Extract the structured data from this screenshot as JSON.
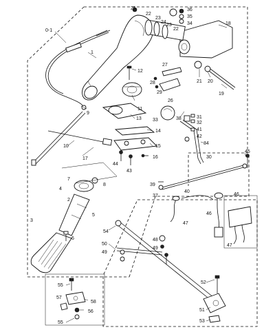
{
  "diagram": {
    "assembly_label": "0-1",
    "callouts": [
      {
        "id": "c1",
        "text": "1"
      },
      {
        "id": "c2",
        "text": "2"
      },
      {
        "id": "c3",
        "text": "3"
      },
      {
        "id": "c4",
        "text": "4"
      },
      {
        "id": "c5",
        "text": "5"
      },
      {
        "id": "c6",
        "text": "6"
      },
      {
        "id": "c7",
        "text": "7"
      },
      {
        "id": "c8",
        "text": "8"
      },
      {
        "id": "c9",
        "text": "9"
      },
      {
        "id": "c10",
        "text": "10"
      },
      {
        "id": "c11",
        "text": "11"
      },
      {
        "id": "c12",
        "text": "12"
      },
      {
        "id": "c13",
        "text": "13"
      },
      {
        "id": "c14",
        "text": "14"
      },
      {
        "id": "c15",
        "text": "15"
      },
      {
        "id": "c16",
        "text": "16"
      },
      {
        "id": "c17",
        "text": "17"
      },
      {
        "id": "c18",
        "text": "18"
      },
      {
        "id": "c19",
        "text": "19"
      },
      {
        "id": "c20",
        "text": "20"
      },
      {
        "id": "c21",
        "text": "21"
      },
      {
        "id": "c22a",
        "text": "22"
      },
      {
        "id": "c22b",
        "text": "22"
      },
      {
        "id": "c23a",
        "text": "23"
      },
      {
        "id": "c23b",
        "text": "23"
      },
      {
        "id": "c24",
        "text": "24"
      },
      {
        "id": "c25",
        "text": "25"
      },
      {
        "id": "c26",
        "text": "26"
      },
      {
        "id": "c27",
        "text": "27"
      },
      {
        "id": "c28",
        "text": "28"
      },
      {
        "id": "c29",
        "text": "29"
      },
      {
        "id": "c30",
        "text": "30"
      },
      {
        "id": "c31",
        "text": "31"
      },
      {
        "id": "c32",
        "text": "32"
      },
      {
        "id": "c33",
        "text": "33"
      },
      {
        "id": "c34a",
        "text": "34"
      },
      {
        "id": "c34b",
        "text": "34"
      },
      {
        "id": "c35",
        "text": "35"
      },
      {
        "id": "c36",
        "text": "36"
      },
      {
        "id": "c37",
        "text": "37"
      },
      {
        "id": "c38",
        "text": "38"
      },
      {
        "id": "c39",
        "text": "39"
      },
      {
        "id": "c40",
        "text": "40"
      },
      {
        "id": "c41",
        "text": "41"
      },
      {
        "id": "c42",
        "text": "42"
      },
      {
        "id": "c43",
        "text": "43"
      },
      {
        "id": "c44",
        "text": "44"
      },
      {
        "id": "c45",
        "text": "45"
      },
      {
        "id": "c46a",
        "text": "46"
      },
      {
        "id": "c46b",
        "text": "46"
      },
      {
        "id": "c47a",
        "text": "47"
      },
      {
        "id": "c47b",
        "text": "47"
      },
      {
        "id": "c48",
        "text": "48"
      },
      {
        "id": "c49a",
        "text": "49"
      },
      {
        "id": "c49b",
        "text": "49"
      },
      {
        "id": "c50",
        "text": "50"
      },
      {
        "id": "c51",
        "text": "51"
      },
      {
        "id": "c52",
        "text": "52"
      },
      {
        "id": "c53",
        "text": "53"
      },
      {
        "id": "c54",
        "text": "54"
      },
      {
        "id": "c55a",
        "text": "55"
      },
      {
        "id": "c55b",
        "text": "55"
      },
      {
        "id": "c56",
        "text": "56"
      },
      {
        "id": "c57",
        "text": "57"
      },
      {
        "id": "c58",
        "text": "58"
      }
    ]
  }
}
